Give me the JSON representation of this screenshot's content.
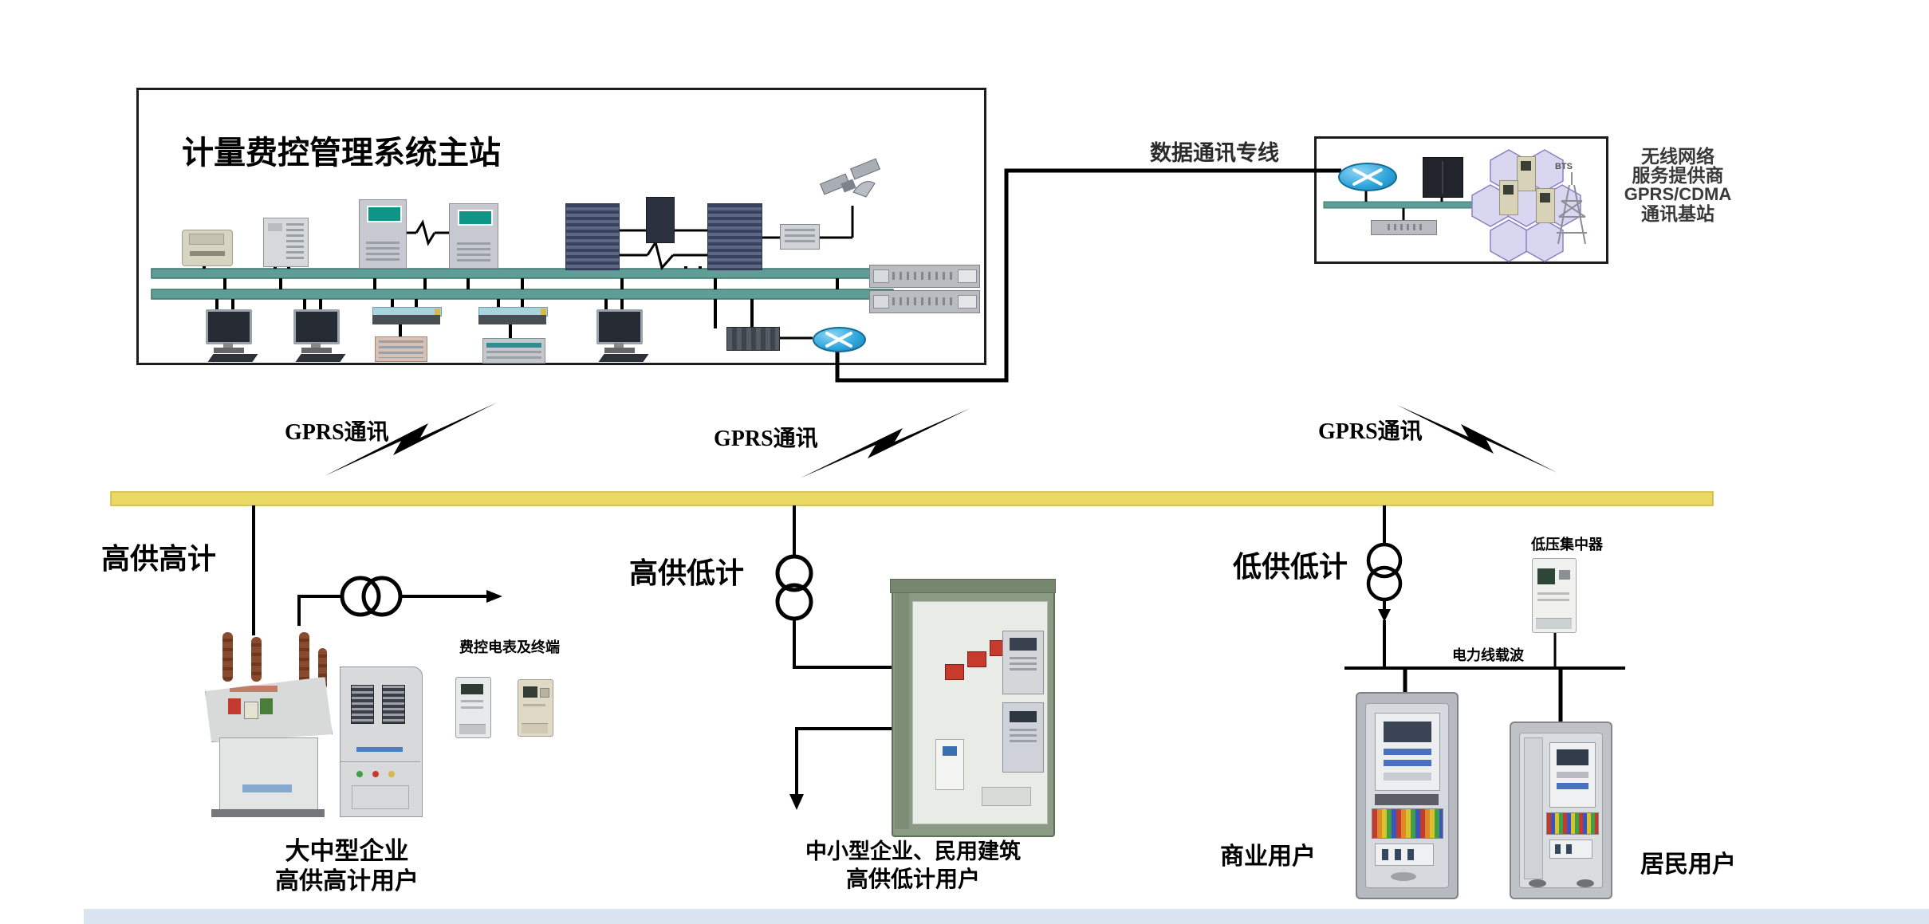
{
  "main_station": {
    "title": "计量费控管理系统主站"
  },
  "data_link": {
    "label": "数据通讯专线"
  },
  "gprs": {
    "label": "GPRS通讯"
  },
  "wireless_provider": {
    "lines": [
      "无线网络",
      "服务提供商",
      "GPRS/CDMA",
      "通讯基站"
    ],
    "bts_label": "BTS"
  },
  "colors": {
    "yellow_bus": "#ead964",
    "network_bus": "#5f9e96",
    "router_blue": "#2aa3da"
  },
  "sections": {
    "high_high": {
      "label": "高供高计",
      "meter_label": "费控电表及终端",
      "caption": [
        "大中型企业",
        "高供高计用户"
      ]
    },
    "high_low": {
      "label": "高供低计",
      "caption": [
        "中小型企业、民用建筑",
        "高供低计用户"
      ]
    },
    "low_low": {
      "label": "低供低计",
      "concentrator_label": "低压集中器",
      "plc_label": "电力线载波",
      "captions": {
        "commercial": "商业用户",
        "residential": "居民用户"
      }
    }
  }
}
